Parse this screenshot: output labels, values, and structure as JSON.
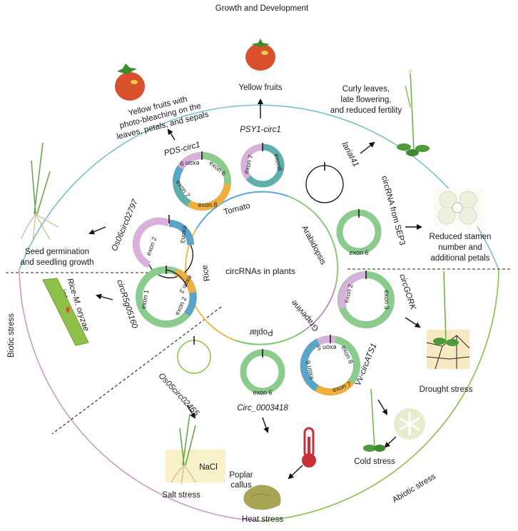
{
  "outer": {
    "growth": "Growth and Development",
    "biotic": "Biotic stress",
    "abiotic": "Abiotic stress"
  },
  "center": "circRNAs in plants",
  "species": {
    "tomato": "Tomato",
    "arabidopsis": "Arabidopsis",
    "grapevine": "Grapevine",
    "poplar": "Poplar",
    "rice": "Rice"
  },
  "circrnas": {
    "psy1": "PSY1-circ1",
    "pds": "PDS-circ1",
    "lariat": "lariat41",
    "sep3": "circRNA from SEP3",
    "os06": "Os06circ02797",
    "r5g": "circR5g05160",
    "gork": "circGORK",
    "ats1": "Vv-circATS1",
    "c0003418": "Circ_0003418",
    "os05": "Os05circ02465"
  },
  "phenotypes": {
    "yellow_fruits": "Yellow fruits",
    "pds_lines": [
      "Yellow fruits with",
      "photo-bleaching on the",
      "leaves, petals, and sepals"
    ],
    "curly_lines": [
      "Curly leaves,",
      "late flowering,",
      "and reduced fertility"
    ],
    "stamen_lines": [
      "Reduced stamen",
      "number and",
      "additional petals"
    ],
    "seed_lines": [
      "Seed germination",
      "and seedling growth"
    ],
    "rice_m_lines": [
      "Rice-M. oryzae",
      "interaction"
    ],
    "drought": "Drought stress",
    "cold": "Cold stress",
    "heat": "Heat stress",
    "poplar_lines": [
      "Poplar",
      "callus"
    ],
    "salt": "Salt stress",
    "nacl": "NaCl"
  },
  "exons": {
    "psy1_a": "exon 7",
    "psy1_b": "exon8",
    "pds_a": "exon 6",
    "pds_b": "exon 9",
    "pds_c": "exon 7",
    "pds_d": "exon 8",
    "sep3": "exon 6",
    "os06_a": "exon 2",
    "os06_b": "exon3",
    "r5g_a": "exon 1",
    "r5g_b": "exon 2",
    "r5g_c": "exon 3",
    "gork_a": "exon 2",
    "gork_b": "exon 3",
    "ats1_a": "exon 8",
    "ats1_b": "exon 7",
    "ats1_c": "exon 6",
    "ats1_d": "exon 5",
    "c0003418": "exon 6"
  },
  "colors": {
    "outer_top": "#7bbfc6",
    "outer_right": "#8cc04a",
    "outer_left": "#c99bc9",
    "tomato": "#5aa6e0",
    "arabidopsis": "#8cc87a",
    "grapevine": "#b894c8",
    "poplar": "#7cc66a",
    "rice": "#f0b84a",
    "exon_green": "#8ccb8e",
    "exon_teal": "#5fb0ad",
    "exon_pink": "#d8b0d9",
    "exon_orange": "#eeaf3e",
    "exon_blue": "#5aa3c9"
  }
}
